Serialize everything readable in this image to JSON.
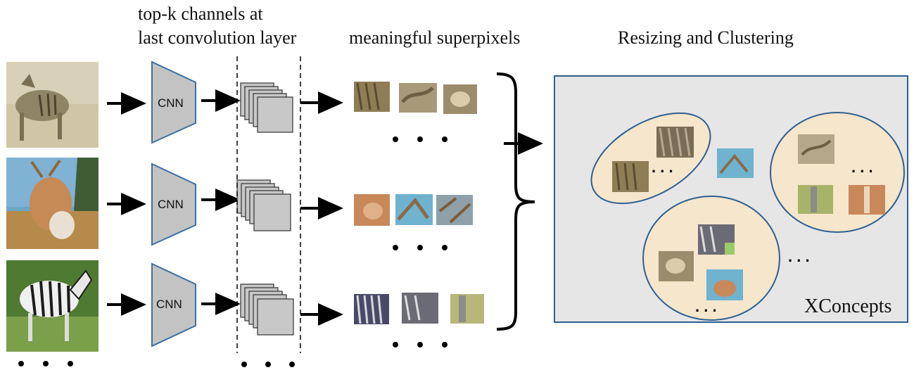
{
  "headers": {
    "channels_line1": "top-k channels at",
    "channels_line2": "last convolution layer",
    "superpixels": "meaningful superpixels",
    "clustering": "Resizing and Clustering"
  },
  "cnn_label": "CNN",
  "rows": [
    {
      "subject": "thylacine",
      "photo_colors": [
        "#c9c1a4",
        "#8a7f62",
        "#5c523d"
      ],
      "patches": [
        "#8f7d56",
        "#a89a78",
        "#9b8c6b"
      ]
    },
    {
      "subject": "deer",
      "photo_colors": [
        "#6ea6c9",
        "#c58a56",
        "#5e7a3f"
      ],
      "patches": [
        "#c8885a",
        "#6fb3cf",
        "#8fa0a8"
      ]
    },
    {
      "subject": "zebra",
      "photo_colors": [
        "#3f6a2a",
        "#f0f0f0",
        "#1b1b1b"
      ],
      "patches": [
        "#4a4a66",
        "#6b6b76",
        "#b7b77a"
      ]
    }
  ],
  "ellipsis": "• • •",
  "small_ellipsis": ". . .",
  "output_label": "XConcepts",
  "colors": {
    "cnn_fill": "#c3c3c3",
    "cnn_stroke": "#3e6fa5",
    "panel_fill": "#e6e6e6",
    "panel_stroke": "#2f5f8f",
    "cluster_fill": "#f5e6cc",
    "cluster_stroke": "#2f5f8f",
    "feature_fill": "#c8c8c8"
  }
}
